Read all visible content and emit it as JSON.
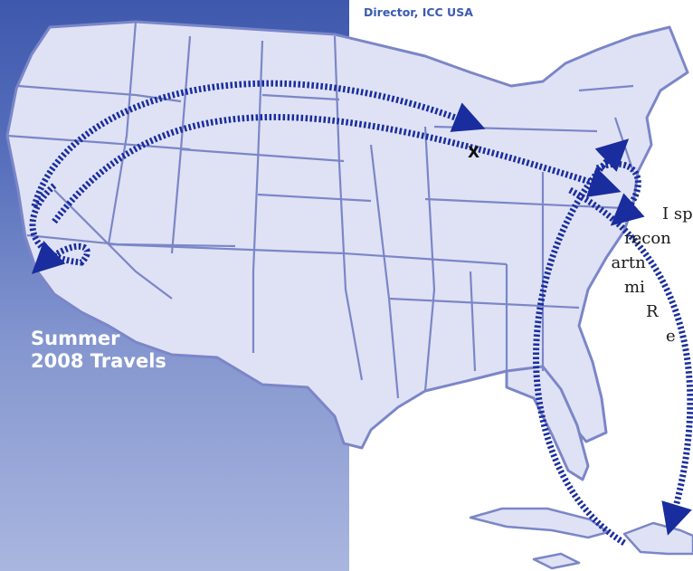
{
  "header": {
    "byline": "Director, ICC USA"
  },
  "map": {
    "caption_line1": "Summer",
    "caption_line2": "2008 Travels",
    "marker_label": "X",
    "colors": {
      "panel": "#4a64b2",
      "land": "#dfe2f4",
      "border": "#7b86c8",
      "route": "#1a2d9e"
    },
    "icons": [
      "route-arrow",
      "location-marker"
    ]
  },
  "article": {
    "lines": [
      "I sp",
      "recon",
      "partn",
      "mi",
      "R",
      "e"
    ]
  }
}
